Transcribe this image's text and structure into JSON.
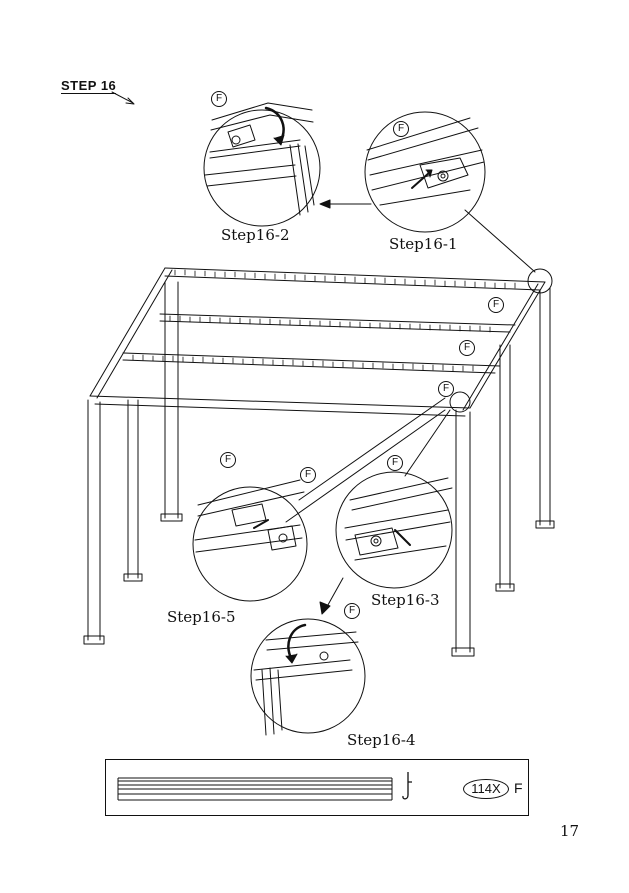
{
  "header": {
    "step_title": "STEP 16"
  },
  "captions": {
    "step1": "Step16-1",
    "step2": "Step16-2",
    "step3": "Step16-3",
    "step4": "Step16-4",
    "step5": "Step16-5"
  },
  "part_marker": "F",
  "parts_box": {
    "quantity": "114X",
    "part_letter": "F"
  },
  "page_number": "17"
}
